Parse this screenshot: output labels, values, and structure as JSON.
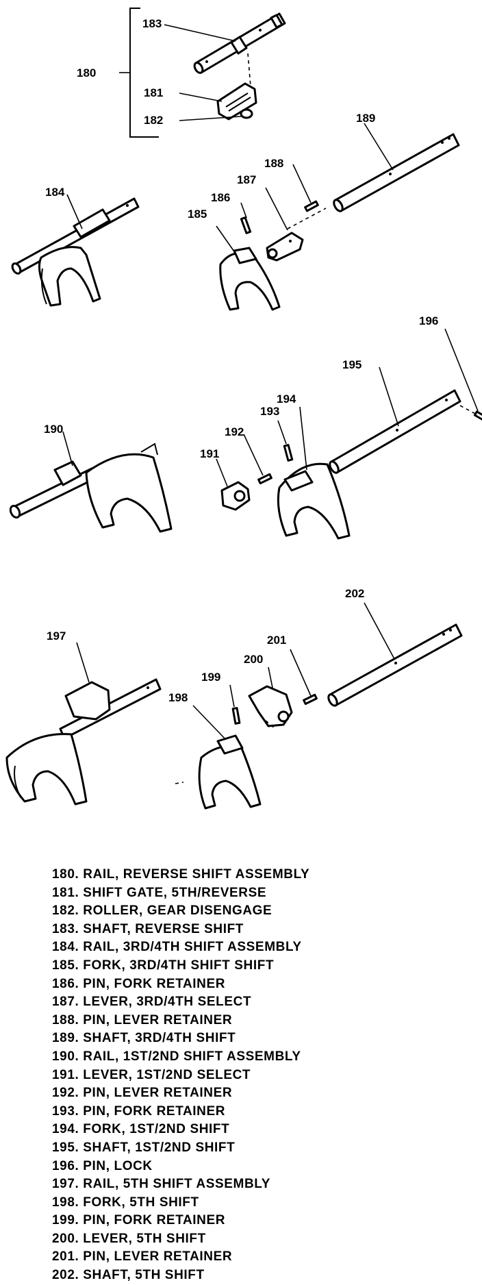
{
  "callouts": {
    "c180": "180",
    "c181": "181",
    "c182": "182",
    "c183": "183",
    "c184": "184",
    "c185": "185",
    "c186": "186",
    "c187": "187",
    "c188": "188",
    "c189": "189",
    "c190": "190",
    "c191": "191",
    "c192": "192",
    "c193": "193",
    "c194": "194",
    "c195": "195",
    "c196": "196",
    "c197": "197",
    "c198": "198",
    "c199": "199",
    "c200": "200",
    "c201": "201",
    "c202": "202"
  },
  "legend": [
    "180. RAIL, REVERSE SHIFT ASSEMBLY",
    "181. SHIFT GATE, 5TH/REVERSE",
    "182. ROLLER, GEAR DISENGAGE",
    "183. SHAFT, REVERSE SHIFT",
    "184. RAIL, 3RD/4TH SHIFT ASSEMBLY",
    "185. FORK, 3RD/4TH SHIFT SHIFT",
    "186. PIN, FORK RETAINER",
    "187. LEVER, 3RD/4TH SELECT",
    "188. PIN, LEVER RETAINER",
    "189. SHAFT, 3RD/4TH SHIFT",
    "190. RAIL, 1ST/2ND SHIFT ASSEMBLY",
    "191. LEVER, 1ST/2ND SELECT",
    "192. PIN, LEVER RETAINER",
    "193. PIN, FORK RETAINER",
    "194. FORK, 1ST/2ND SHIFT",
    "195. SHAFT, 1ST/2ND SHIFT",
    "196. PIN, LOCK",
    "197. RAIL, 5TH SHIFT ASSEMBLY",
    "198. FORK, 5TH SHIFT",
    "199. PIN, FORK RETAINER",
    "200. LEVER, 5TH SHIFT",
    "201. PIN, LEVER RETAINER",
    "202. SHAFT, 5TH SHIFT"
  ]
}
